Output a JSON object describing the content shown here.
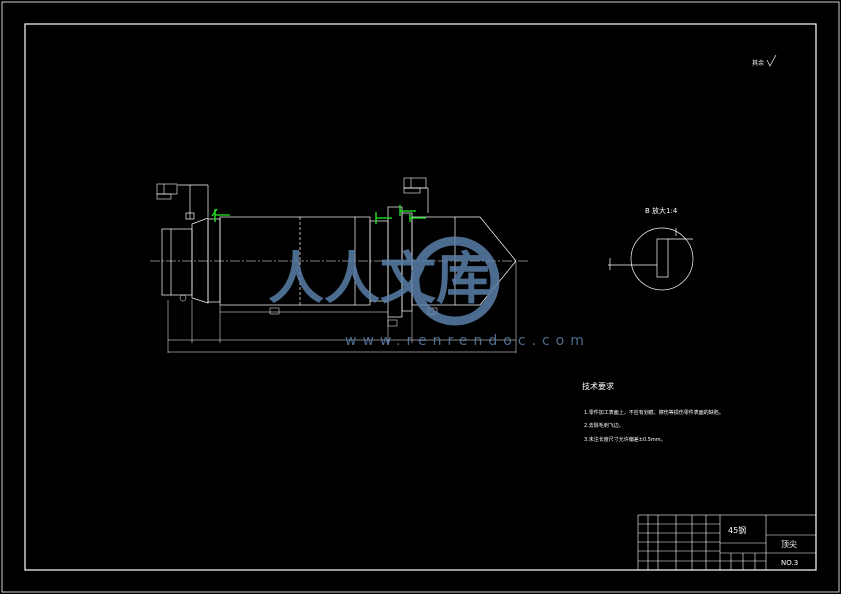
{
  "corner_note": "其余",
  "section_label": "B   放大1:4",
  "tech_req": {
    "title": "技术要求",
    "items": [
      "1.零件加工表面上，不应有划痕、擦伤等损伤零件表面的缺陷。",
      "2.去除毛刺飞边。",
      "3.未注长度尺寸允许偏差±0.5mm。"
    ]
  },
  "title_block": {
    "material": "45钢",
    "part_name": "顶尖",
    "drawing_no": "NO.3"
  },
  "watermark": {
    "text": "人人文库",
    "url": "www.renrendoc.com"
  }
}
